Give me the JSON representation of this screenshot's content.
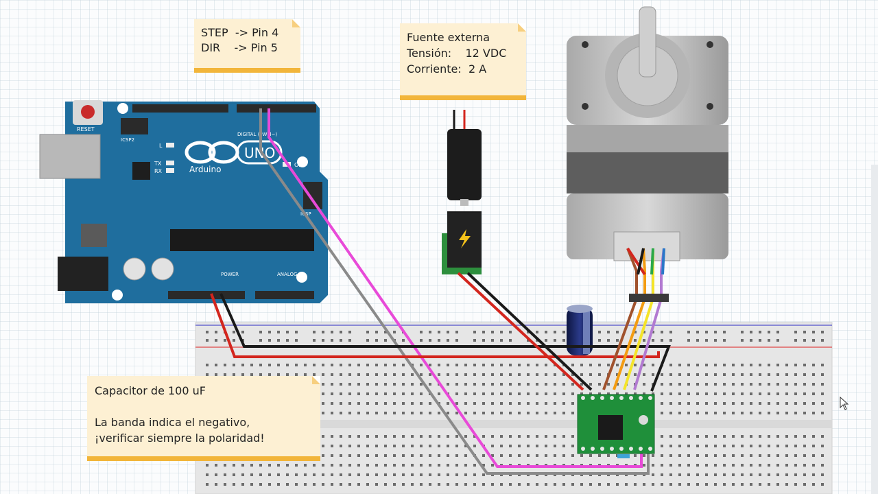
{
  "notes": {
    "step_dir": {
      "line1": "STEP  -> Pin 4",
      "line2": "DIR    -> Pin 5"
    },
    "power": {
      "line1": "Fuente externa",
      "line2": "Tensión:    12 VDC",
      "line3": "Corriente:  2 A"
    },
    "capacitor": {
      "line1": "Capacitor de 100 uF",
      "line2": "La banda indica el negativo,",
      "line3": "¡verificar siempre la polaridad!"
    }
  },
  "arduino": {
    "brand": "Arduino",
    "model": "UNO",
    "reset_label": "RESET",
    "icsp_label": "ICSP2",
    "led_l": "L",
    "led_tx": "TX",
    "led_rx": "RX",
    "on_label": "ON",
    "digital_label": "DIGITAL (PWM~)",
    "power_label": "POWER",
    "analog_label": "ANALOG IN",
    "icsp1_label": "ICSP"
  },
  "colors": {
    "arduino_board": "#1f6e9e",
    "note_bg": "#fdf0d3",
    "note_border": "#f2b53a",
    "wire_pink": "#e84ad8",
    "wire_gray": "#8a8a8a",
    "wire_red": "#d3261e",
    "wire_black": "#1a1a1a",
    "driver_board": "#1f8f3a"
  }
}
